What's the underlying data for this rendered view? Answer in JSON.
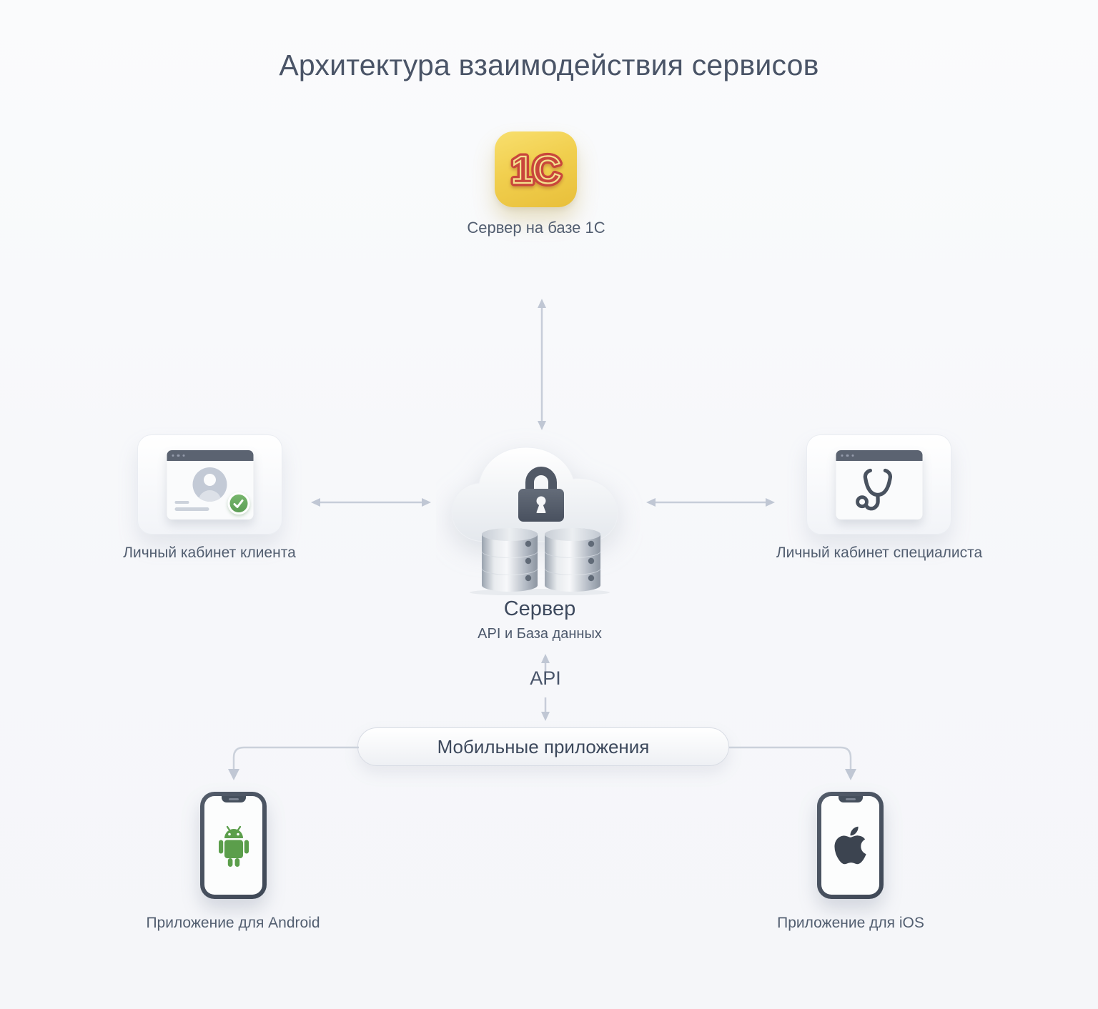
{
  "title": "Архитектура взаимодействия сервисов",
  "nodes": {
    "one_c_server": {
      "label": "Сервер на базе 1С",
      "logo_text": "1С"
    },
    "central_server": {
      "title": "Сервер",
      "subtitle": "API и База данных"
    },
    "client_account": {
      "label": "Личный кабинет клиента"
    },
    "specialist_account": {
      "label": "Личный кабинет специалиста"
    },
    "api_link": {
      "label": "API"
    },
    "mobile_apps": {
      "label": "Мобильные приложения"
    },
    "android_app": {
      "label": "Приложение для Android"
    },
    "ios_app": {
      "label": "Приложение для iOS"
    }
  },
  "icons": {
    "one_c": "1c-logo",
    "central_server": "cloud-lock-databases",
    "client_account": "browser-user-check",
    "specialist_account": "browser-stethoscope",
    "android_app": "android-robot-phone",
    "ios_app": "apple-logo-phone",
    "links": "double-headed-arrow"
  },
  "colors": {
    "background": "#f7f8fb",
    "title_text": "#4a5467",
    "label_text": "#525e70",
    "arrow": "#c7cdd9",
    "one_c_yellow": "#f1cf4e",
    "one_c_red": "#c9463b",
    "check_green": "#68a95f",
    "android_green": "#5b9e4b",
    "phone_frame": "#49525f",
    "browser_bar": "#5b6371",
    "lock_gray": "#515966"
  }
}
